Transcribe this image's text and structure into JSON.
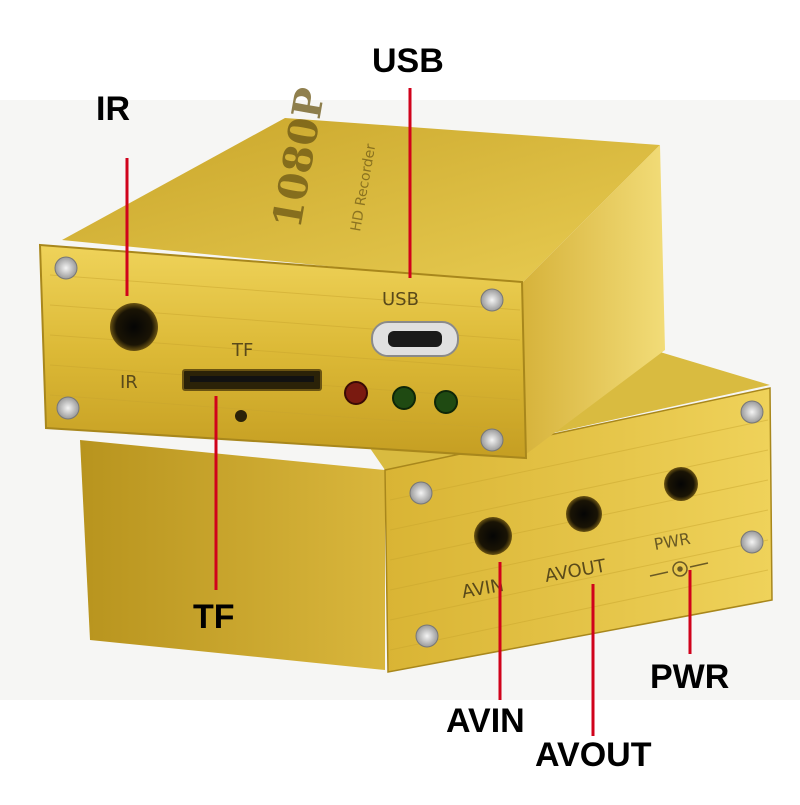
{
  "callouts": {
    "usb": "USB",
    "ir": "IR",
    "tf": "TF",
    "avin": "AVIN",
    "avout": "AVOUT",
    "pwr": "PWR"
  },
  "engraved": {
    "usb": "USB",
    "tf": "TF",
    "ir": "IR",
    "avin": "AVIN",
    "avout": "AVOUT",
    "pwr": "PWR",
    "top_text": "1080P",
    "top_subtext": "HD Recorder"
  },
  "colors": {
    "leader_line": "#d0021b",
    "gold_light": "#e8c84a",
    "gold_mid": "#cfa92a",
    "gold_dark": "#9c7a16",
    "led_red": "#7a1a10",
    "led_green": "#1f4a12"
  }
}
